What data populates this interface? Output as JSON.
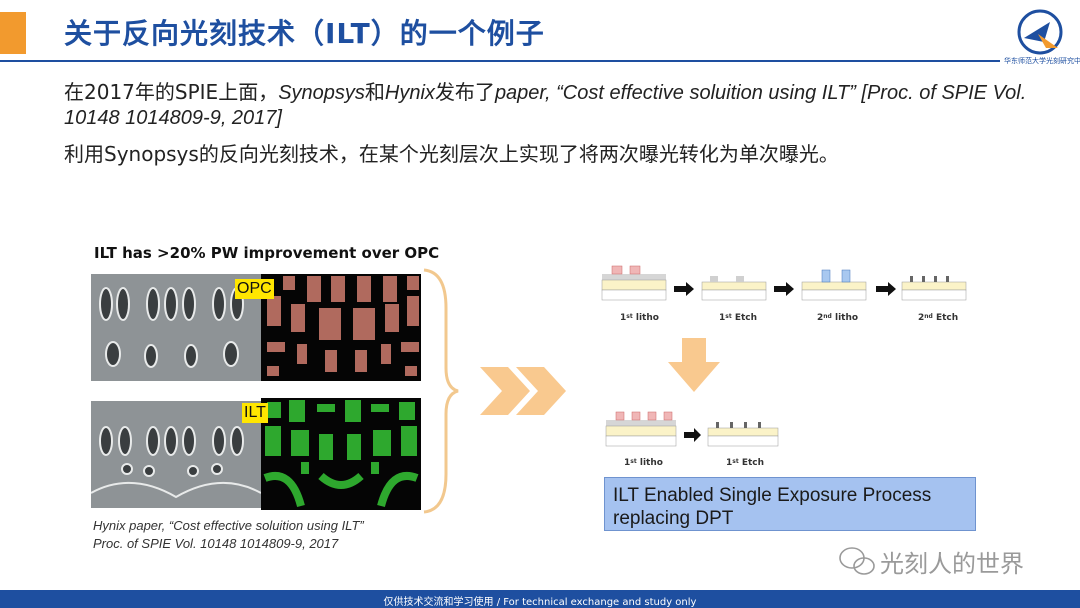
{
  "slide": {
    "title": "关于反向光刻技术（ILT）的一个例子",
    "logo_subtext": "华东师范大学光刻研究中心",
    "paragraph1": {
      "pre": "在2017年的SPIE上面，",
      "company1": "Synopsys",
      "mid": "和",
      "company2": "Hynix",
      "verb": "发布了",
      "citation": "paper, “Cost effective soluition using ILT” [Proc. of SPIE Vol. 10148 1014809-9, 2017]"
    },
    "paragraph2": "利用Synopsys的反向光刻技术，在某个光刻层次上实现了将两次曝光转化为单次曝光。"
  },
  "figure": {
    "caption": "ILT has >20% PW improvement over OPC",
    "label_opc": "OPC",
    "label_ilt": "ILT",
    "reference_line1": "Hynix paper, “Cost effective soluition using ILT”",
    "reference_line2": "Proc. of SPIE Vol. 10148 1014809-9, 2017",
    "colors": {
      "opc_mask": "#b06a5e",
      "ilt_mask": "#2ea82e",
      "tag": "#ffe600",
      "chevron": "#f9c98f"
    }
  },
  "process": {
    "dpt_steps": [
      "litho",
      "Etch",
      "litho",
      "Etch"
    ],
    "dpt_ordinals": [
      "1",
      "1",
      "2",
      "2"
    ],
    "dpt_suffixes": [
      "st",
      "st",
      "nd",
      "nd"
    ],
    "single_steps": [
      "litho",
      "Etch"
    ],
    "single_ordinals": [
      "1",
      "1"
    ],
    "single_suffixes": [
      "st",
      "st"
    ],
    "highlight": "ILT Enabled Single Exposure Process replacing DPT",
    "highlight_line1": "ILT Enabled Single Exposure Process",
    "highlight_line2": "replacing DPT",
    "colors": {
      "arrow": "#f9c98f",
      "box": "#a5c2f0"
    }
  },
  "watermark": "光刻人的世界",
  "footer": "仅供技术交流和学习使用 / For technical exchange and study only"
}
